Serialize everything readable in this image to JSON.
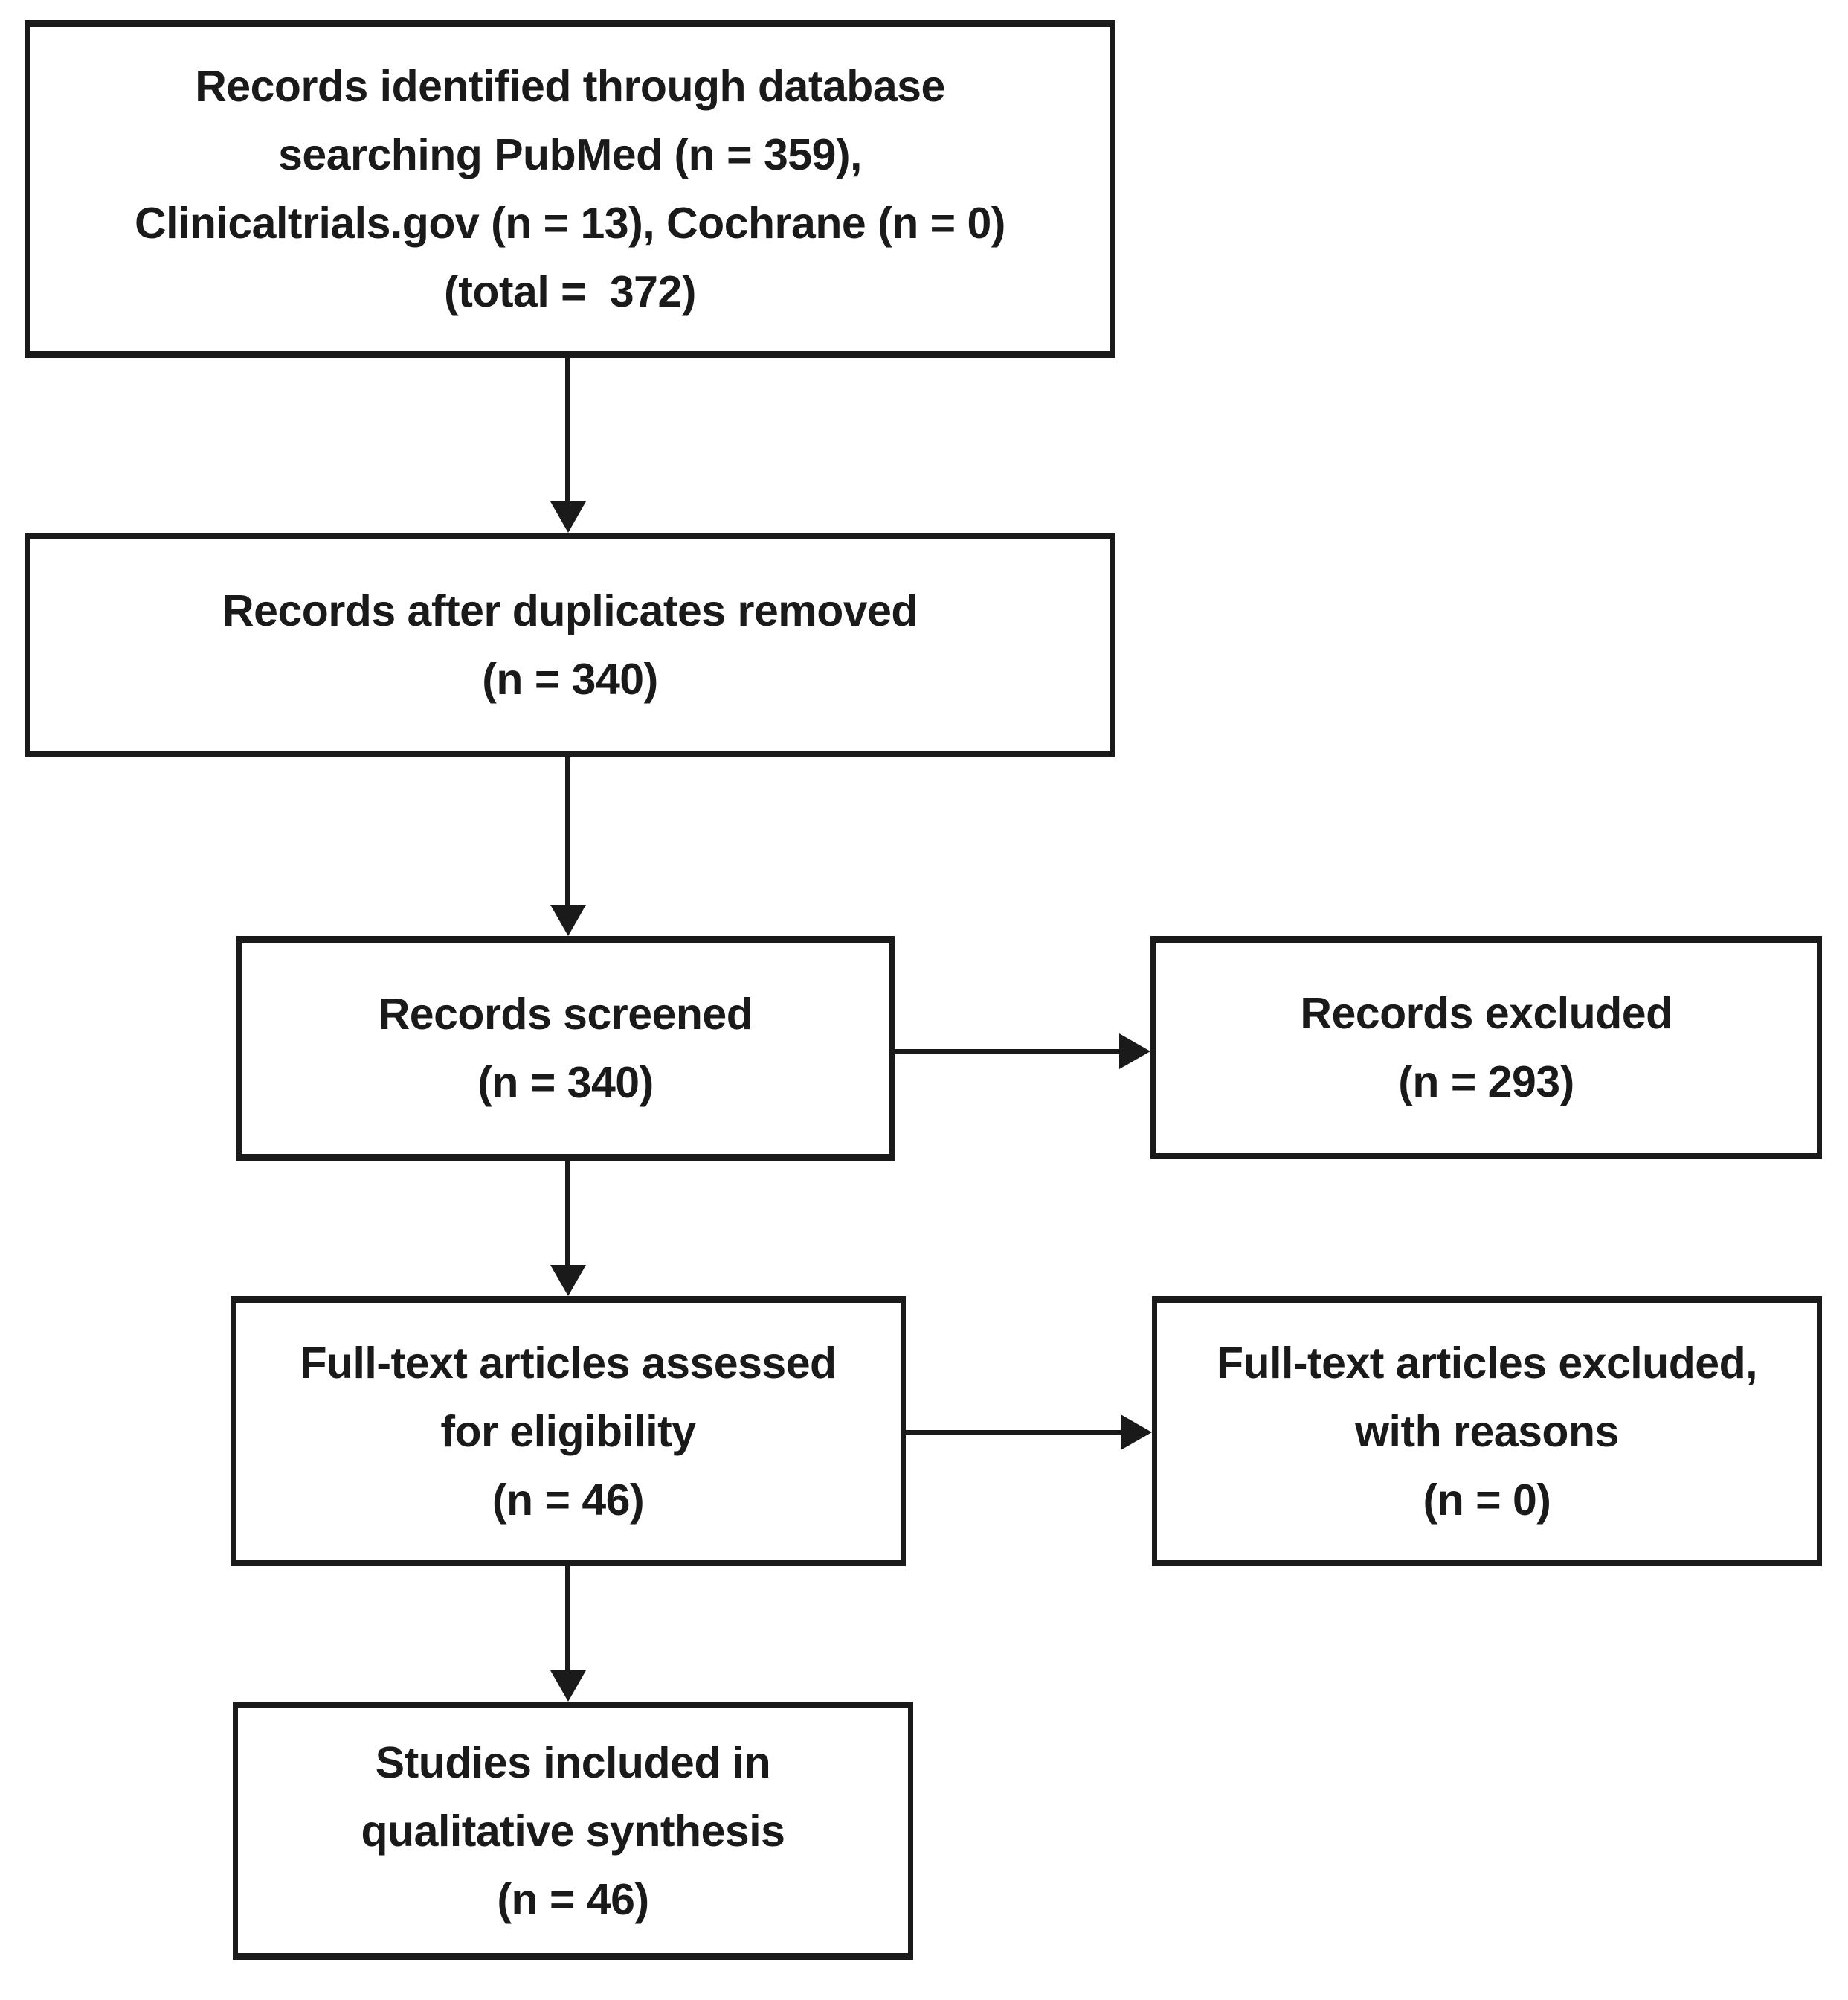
{
  "diagram": {
    "type": "flowchart",
    "name": "study-selection-flow-diagram",
    "colors": {
      "background": "#ffffff",
      "border": "#1a1a1a",
      "text": "#1a1a1a"
    },
    "nodes": {
      "identification": {
        "text": "Records identified through database\nsearching PubMed (n = 359),\nClinicaltrials.gov (n = 13), Cochrane (n = 0)\n(total =  372)",
        "n": 372
      },
      "deduplicated": {
        "text": "Records after duplicates removed\n(n = 340)",
        "n": 340
      },
      "screened": {
        "text": "Records screened\n(n = 340)",
        "n": 340
      },
      "excluded": {
        "text": "Records excluded\n(n = 293)",
        "n": 293
      },
      "fulltext_assessed": {
        "text": "Full-text articles assessed\nfor eligibility\n(n = 46)",
        "n": 46
      },
      "fulltext_excluded": {
        "text": "Full-text articles excluded,\nwith reasons\n(n = 0)",
        "n": 0
      },
      "included": {
        "text": "Studies included in\nqualitative synthesis\n(n = 46)",
        "n": 46
      }
    },
    "edges": [
      {
        "from": "identification",
        "to": "deduplicated",
        "direction": "down"
      },
      {
        "from": "deduplicated",
        "to": "screened",
        "direction": "down"
      },
      {
        "from": "screened",
        "to": "excluded",
        "direction": "right"
      },
      {
        "from": "screened",
        "to": "fulltext_assessed",
        "direction": "down"
      },
      {
        "from": "fulltext_assessed",
        "to": "fulltext_excluded",
        "direction": "right"
      },
      {
        "from": "fulltext_assessed",
        "to": "included",
        "direction": "down"
      }
    ]
  }
}
